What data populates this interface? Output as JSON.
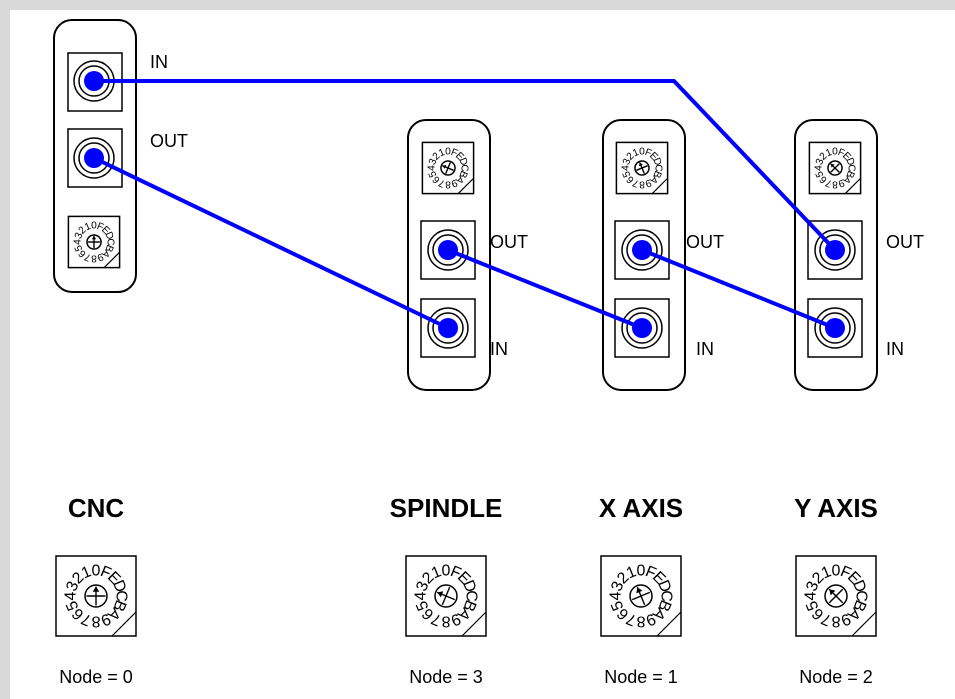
{
  "colors": {
    "cable": "#0000ff",
    "background": "#d9d9d9",
    "panel": "#ffffff"
  },
  "switch_digits": [
    "0",
    "1",
    "2",
    "3",
    "4",
    "5",
    "6",
    "7",
    "8",
    "9",
    "A",
    "B",
    "C",
    "D",
    "E",
    "F"
  ],
  "labels": {
    "in": "IN",
    "out": "OUT"
  },
  "modules": [
    {
      "id": "cnc",
      "title": "CNC",
      "node_text": "Node = 0",
      "node": 0
    },
    {
      "id": "spindle",
      "title": "SPINDLE",
      "node_text": "Node = 3",
      "node": 3
    },
    {
      "id": "x-axis",
      "title": "X AXIS",
      "node_text": "Node = 1",
      "node": 1
    },
    {
      "id": "y-axis",
      "title": "Y AXIS",
      "node_text": "Node = 2",
      "node": 2
    }
  ],
  "connections": [
    {
      "from": "cnc.in",
      "to": "y-axis.out"
    },
    {
      "from": "cnc.out",
      "to": "spindle.in"
    },
    {
      "from": "spindle.out",
      "to": "x-axis.in"
    },
    {
      "from": "x-axis.out",
      "to": "y-axis.in"
    }
  ]
}
